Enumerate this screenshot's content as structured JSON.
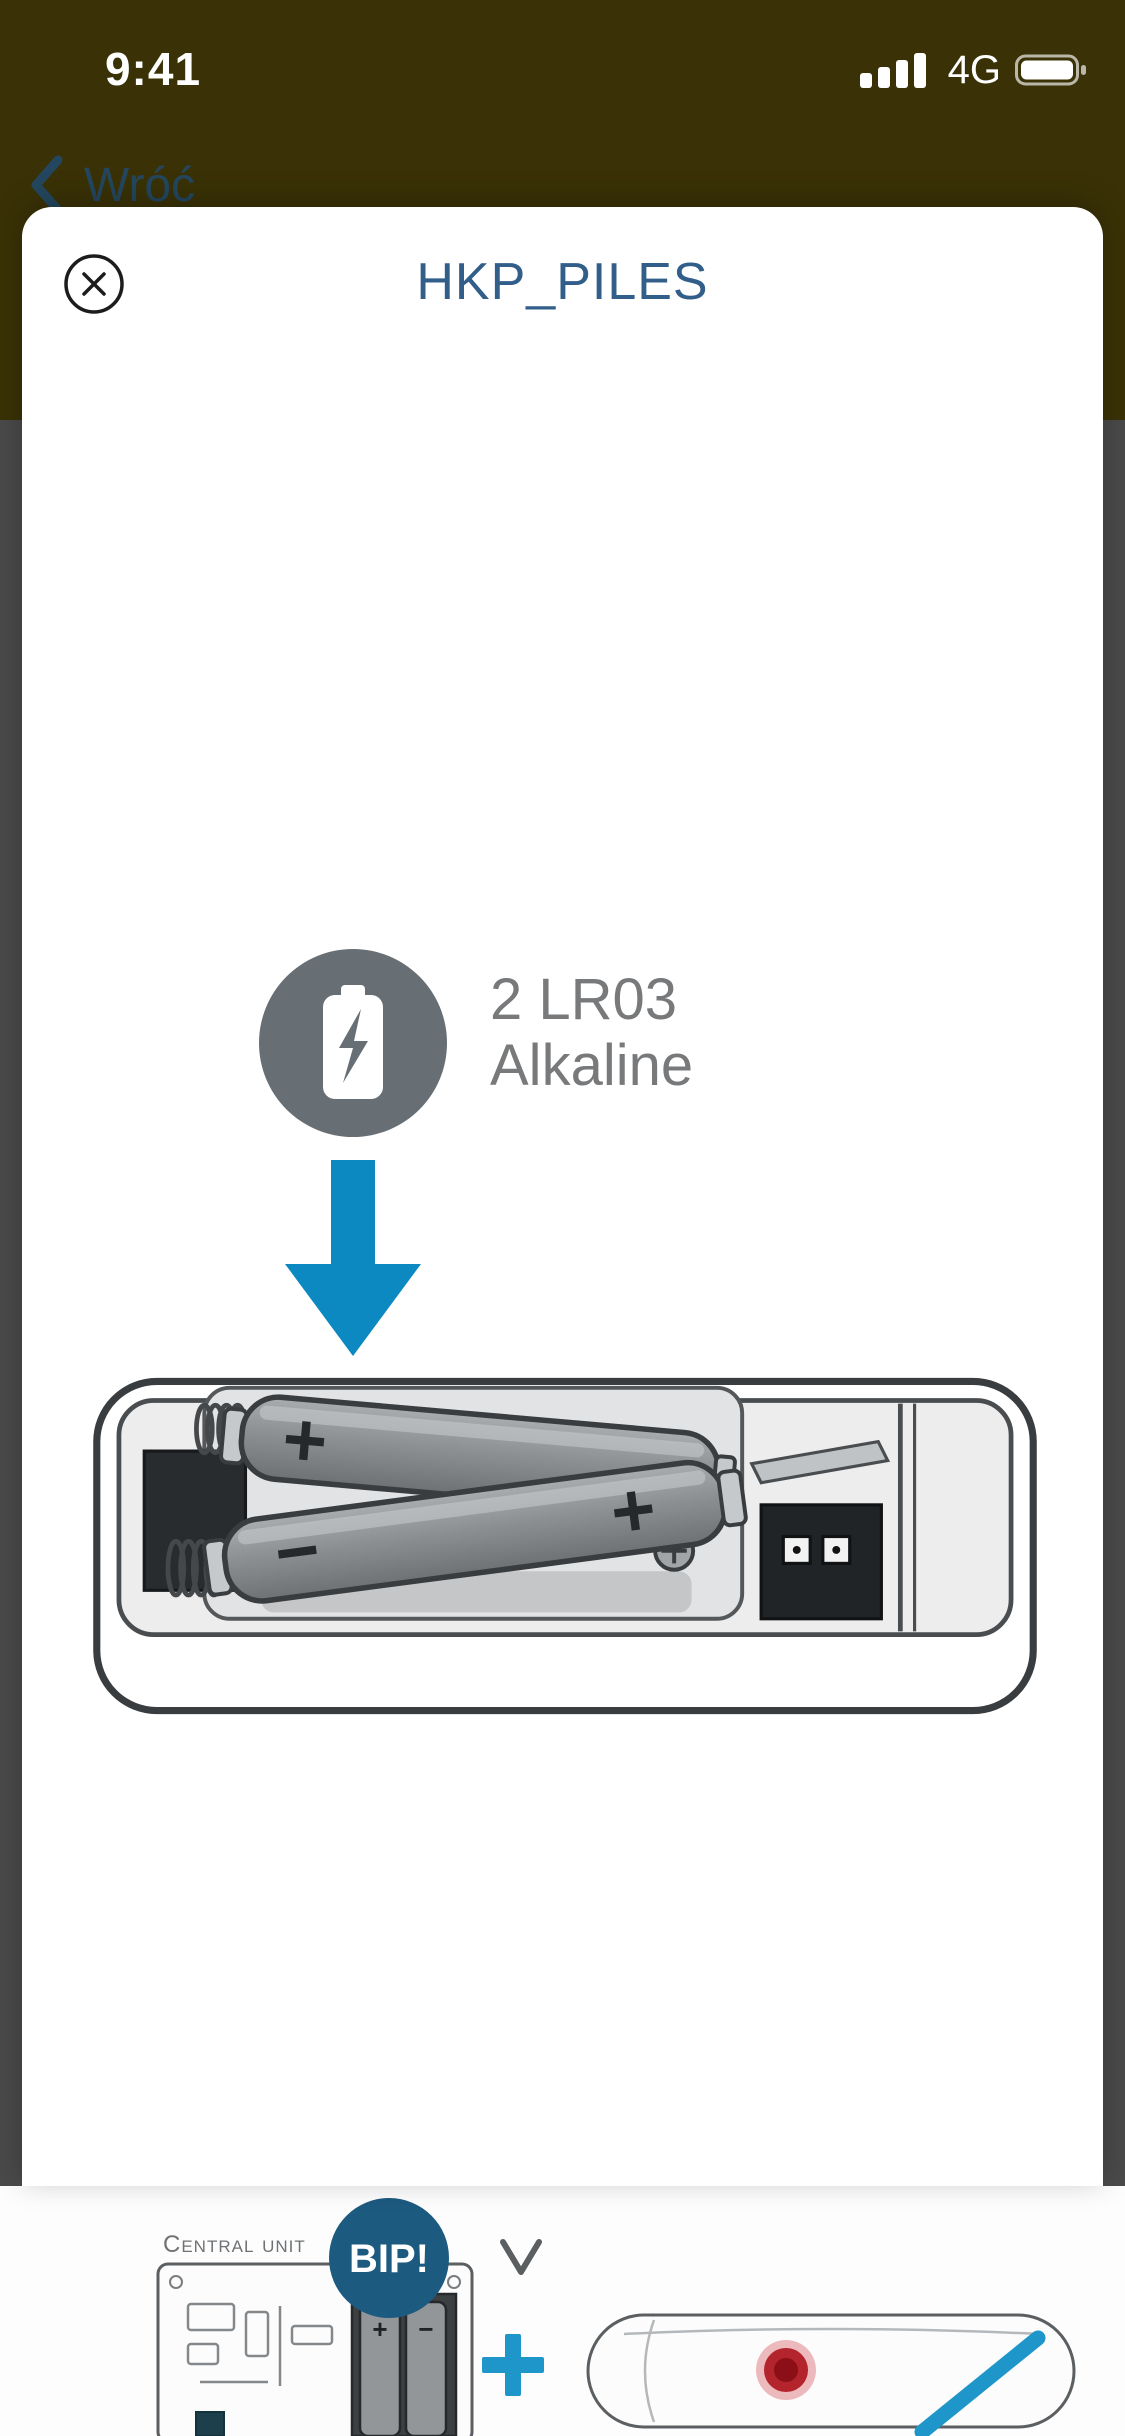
{
  "status_bar": {
    "time": "9:41",
    "network": "4G"
  },
  "underlying_page": {
    "back_label": "Wróć"
  },
  "modal": {
    "title": "HKP_PILES",
    "spec": {
      "line1": "2 LR03",
      "line2": "Alkaline"
    }
  },
  "compartment": {
    "battery1_plus": "+",
    "battery2_minus": "−",
    "battery2_plus": "+"
  },
  "bottom": {
    "central_unit_label": "Central unit",
    "bip_label": "BIP!",
    "board_plus": "+",
    "board_minus": "−"
  },
  "colors": {
    "accent_arrow": "#0d89c2",
    "title_blue": "#325e8a",
    "bip_circle": "#1d5a80",
    "teal": "#1e96ca",
    "led_red": "#b3242c",
    "status_bar_bg": "#3a3206",
    "dim_overlay_gray": "#4a4a4a"
  }
}
